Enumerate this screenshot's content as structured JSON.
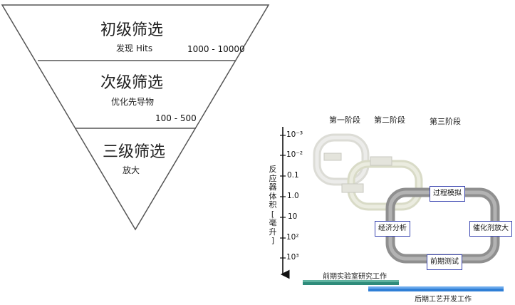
{
  "funnel": {
    "tiers": [
      {
        "title": "初级筛选",
        "subtitle": "发现 Hits",
        "range": "1000 - 10000"
      },
      {
        "title": "次级筛选",
        "subtitle": "优化先导物",
        "range": "100 - 500"
      },
      {
        "title": "三级筛选",
        "subtitle": "放大",
        "range": ""
      }
    ]
  },
  "process": {
    "stages": [
      "第一阶段",
      "第二阶段",
      "第三阶段"
    ],
    "axis": {
      "title": "反应器体积[毫升]",
      "ticks": [
        "10⁻³",
        "10⁻²",
        "0.1",
        "1.0",
        "10",
        "10²",
        "10³"
      ]
    },
    "cycle_boxes": {
      "top": "过程模拟",
      "left": "经济分析",
      "right": "催化剂放大",
      "bottom": "前期测试"
    },
    "bars": [
      {
        "label": "前期实验室研究工作",
        "color": "#2e8b7a"
      },
      {
        "label": "后期工艺开发工作",
        "color": "#2f7fd6"
      }
    ]
  }
}
